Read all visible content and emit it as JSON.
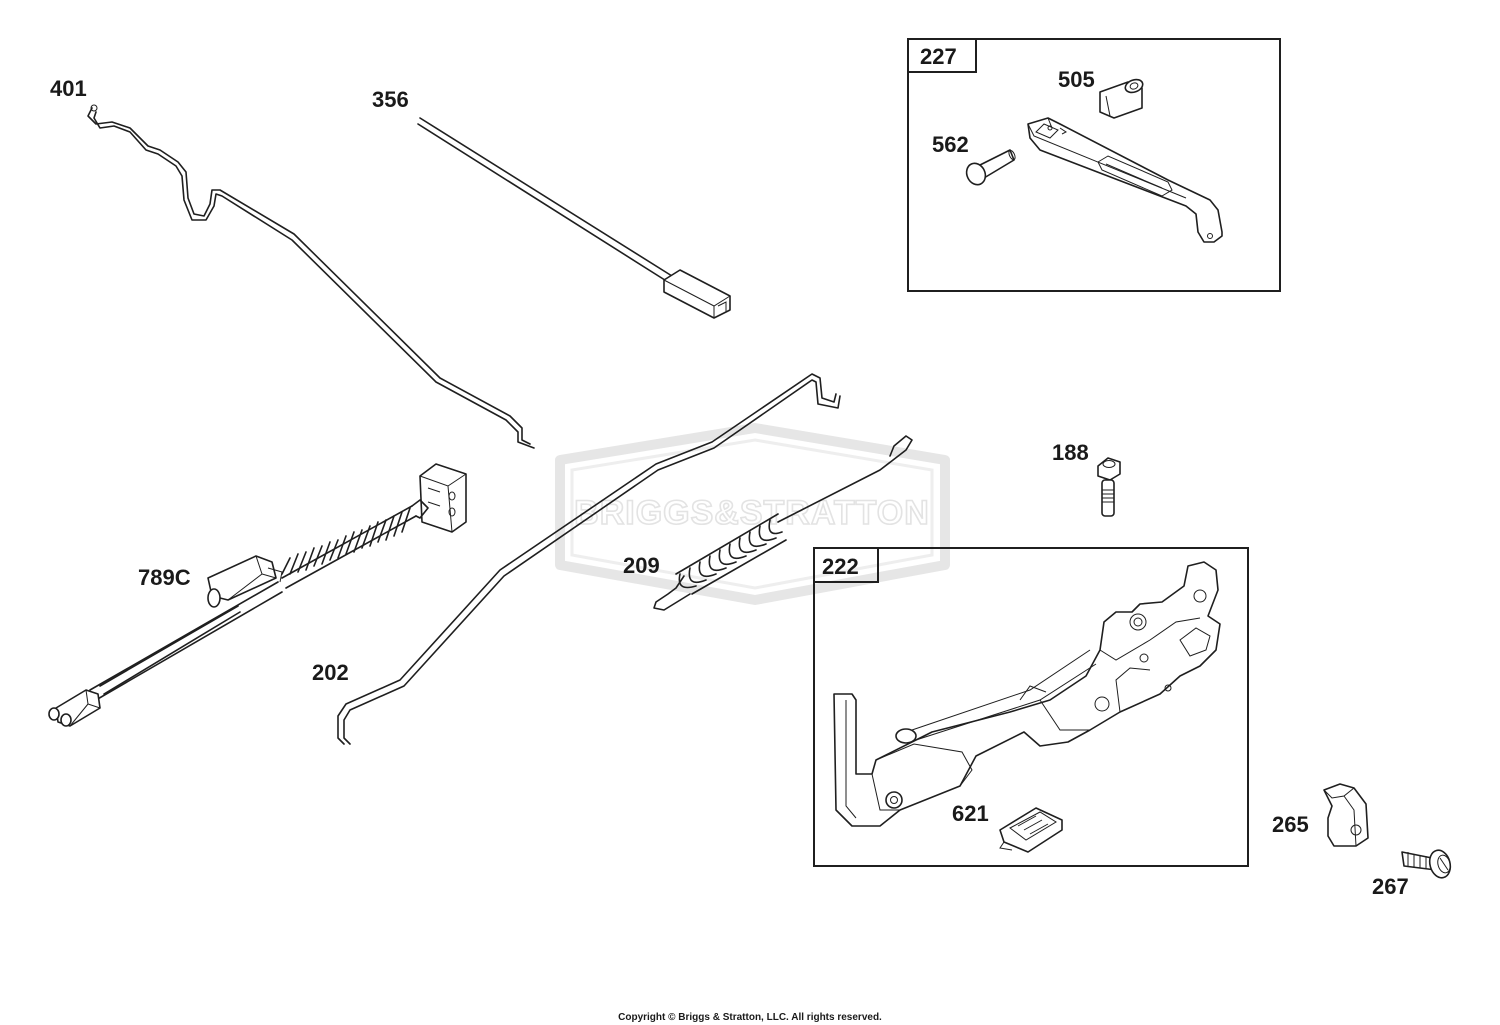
{
  "watermark": {
    "brand": "BRIGGS&STRATTON"
  },
  "parts": {
    "p401": "401",
    "p356": "356",
    "p227": "227",
    "p505": "505",
    "p562": "562",
    "p188": "188",
    "p789c": "789C",
    "p209": "209",
    "p222": "222",
    "p202": "202",
    "p621": "621",
    "p265": "265",
    "p267": "267"
  },
  "footer": {
    "copyright": "Copyright © Briggs & Stratton, LLC. All rights reserved."
  }
}
